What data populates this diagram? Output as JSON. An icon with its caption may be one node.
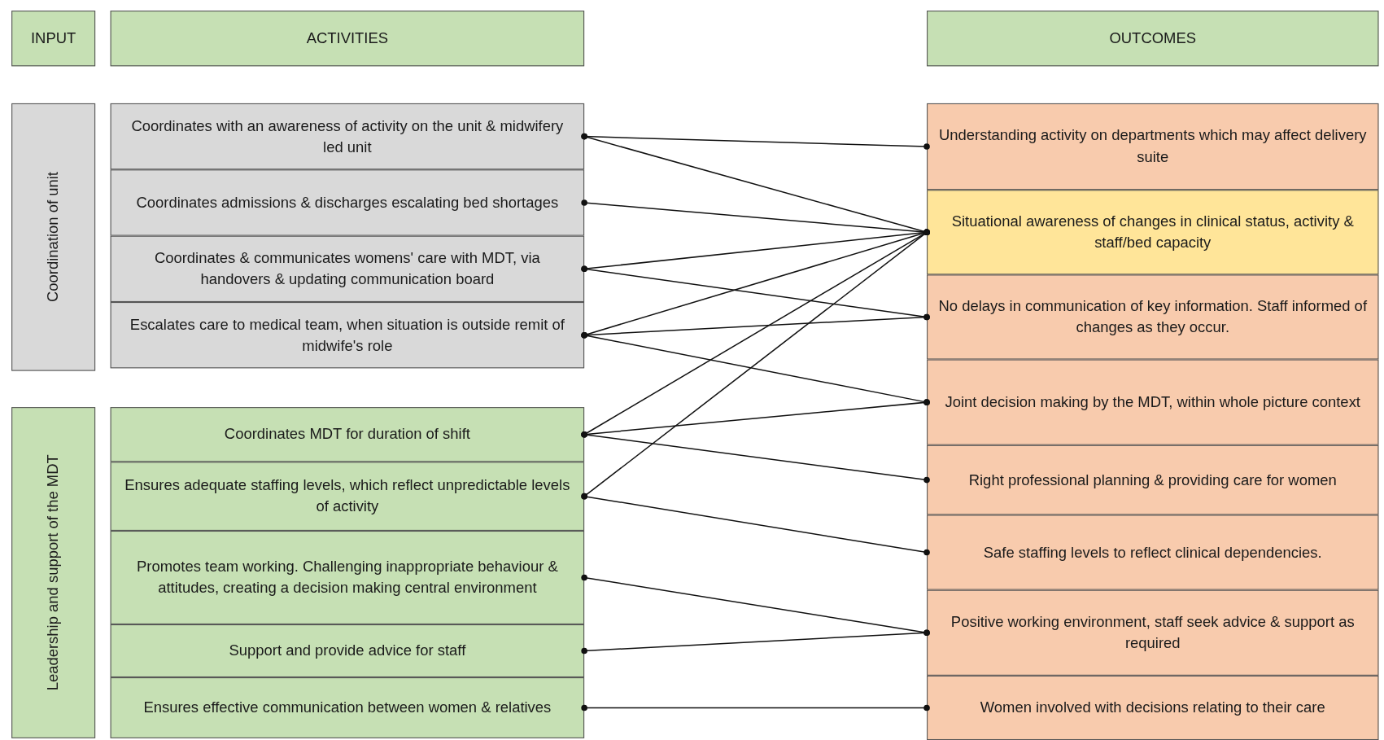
{
  "diagram": {
    "nodes": [
      {
        "text": [
          "INPUT"
        ]
      },
      {
        "text": [
          "ACTIVITIES"
        ]
      },
      {
        "text": [
          "OUTCOMES"
        ]
      },
      {
        "text": [
          "Coordination of unit"
        ]
      },
      {
        "text": [
          "Coordinates with an awareness of activity on the unit & midwifery led unit"
        ]
      },
      {
        "text": [
          "Coordinates admissions & discharges escalating bed shortages"
        ]
      },
      {
        "text": [
          "Coordinates & communicates womens' care with MDT, via handovers & updating communication board"
        ]
      },
      {
        "text": [
          "Escalates care to medical team, when situation is outside remit of midwife's role"
        ]
      },
      {
        "text": [
          "Leadership and support of the MDT"
        ]
      },
      {
        "text": [
          "Coordinates MDT for duration of shift"
        ]
      },
      {
        "text": [
          "Ensures adequate staffing levels, which reflect unpredictable levels of activity"
        ]
      },
      {
        "text": [
          "Promotes team working. Challenging inappropriate behaviour & attitudes, creating a decision making central environment"
        ]
      },
      {
        "text": [
          "Support and provide advice for staff"
        ]
      },
      {
        "text": [
          "Ensures effective communication between women & relatives"
        ]
      },
      {
        "text": [
          "Understanding activity on departments which may affect delivery suite"
        ]
      },
      {
        "text": [
          "Situational awareness of changes in clinical status, activity & staff/bed capacity"
        ]
      },
      {
        "text": [
          "No delays in communication of key information. Staff informed of changes as they occur."
        ]
      },
      {
        "text": [
          "Joint decision making by the MDT, within whole picture context"
        ]
      },
      {
        "text": [
          "Right professional planning & providing care for women"
        ]
      },
      {
        "text": [
          "Safe staffing levels to reflect clinical dependencies."
        ]
      },
      {
        "text": [
          "Positive working environment, staff seek advice & support as required"
        ]
      },
      {
        "text": [
          "Women involved with decisions relating to their care"
        ]
      }
    ],
    "edges": [
      {
        "from": 4,
        "to": 14,
        "arrow": "other"
      },
      {
        "from": 4,
        "to": 15,
        "arrow": "other"
      },
      {
        "from": 5,
        "to": 15,
        "arrow": "other"
      },
      {
        "from": 6,
        "to": 15,
        "arrow": "other"
      },
      {
        "from": 6,
        "to": 16,
        "arrow": "other"
      },
      {
        "from": 7,
        "to": 15,
        "arrow": "other"
      },
      {
        "from": 7,
        "to": 16,
        "arrow": "other"
      },
      {
        "from": 7,
        "to": 17,
        "arrow": "other"
      },
      {
        "from": 9,
        "to": 15,
        "arrow": "other"
      },
      {
        "from": 9,
        "to": 17,
        "arrow": "other"
      },
      {
        "from": 9,
        "to": 18,
        "arrow": "other"
      },
      {
        "from": 10,
        "to": 15,
        "arrow": "other"
      },
      {
        "from": 10,
        "to": 19,
        "arrow": "other"
      },
      {
        "from": 11,
        "to": 20,
        "arrow": "other"
      },
      {
        "from": 12,
        "to": 20,
        "arrow": "other"
      },
      {
        "from": 13,
        "to": 21,
        "arrow": "other"
      }
    ]
  }
}
